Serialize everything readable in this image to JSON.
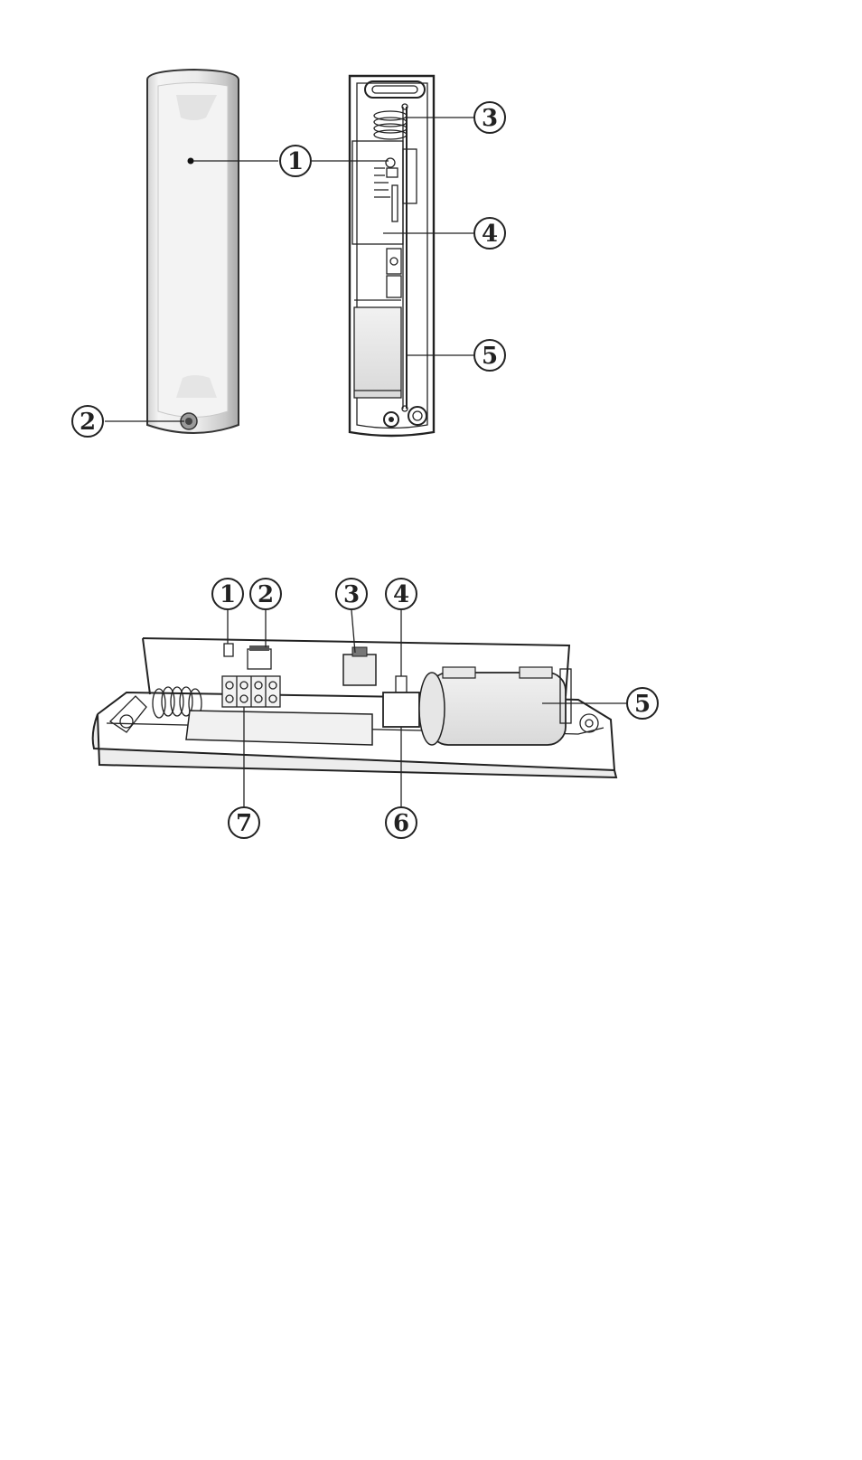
{
  "figure_top": {
    "callouts": [
      {
        "id": "top-1",
        "label": "1"
      },
      {
        "id": "top-2",
        "label": "2"
      },
      {
        "id": "top-3",
        "label": "3"
      },
      {
        "id": "top-4",
        "label": "4"
      },
      {
        "id": "top-5",
        "label": "5"
      }
    ]
  },
  "figure_bottom": {
    "callouts": [
      {
        "id": "bot-1",
        "label": "1"
      },
      {
        "id": "bot-2",
        "label": "2"
      },
      {
        "id": "bot-3",
        "label": "3"
      },
      {
        "id": "bot-4",
        "label": "4"
      },
      {
        "id": "bot-5",
        "label": "5"
      },
      {
        "id": "bot-6",
        "label": "6"
      },
      {
        "id": "bot-7",
        "label": "7"
      }
    ]
  },
  "colors": {
    "ink": "#222222",
    "cover_fill": "#e6e6e6",
    "cover_highlight": "#f7f7f7",
    "cover_shadow": "#bdbdbd",
    "background": "#ffffff"
  }
}
